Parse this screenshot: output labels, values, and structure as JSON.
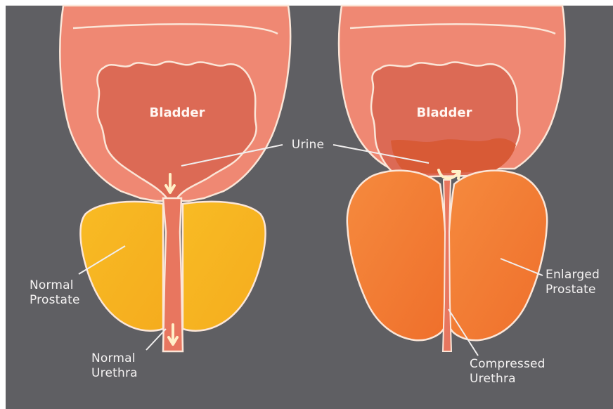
{
  "labels": {
    "bladder_left": "Bladder",
    "bladder_right": "Bladder",
    "urine": "Urine",
    "normal_prostate": [
      "Normal",
      "Prostate"
    ],
    "normal_urethra": [
      "Normal",
      "Urethra"
    ],
    "enlarged_prostate": [
      "Enlarged",
      "Prostate"
    ],
    "compressed_urethra": [
      "Compressed",
      "Urethra"
    ]
  },
  "colors": {
    "background": "#5f5f63",
    "bladder_outer": "#ef8873",
    "bladder_inner": "#dc6a55",
    "outline": "#fbe6d8",
    "urine": "#d85a36",
    "normal_prostate": "#f7b522",
    "enlarged_prostate": "#f27a33",
    "arrow": "#fff0c8"
  }
}
